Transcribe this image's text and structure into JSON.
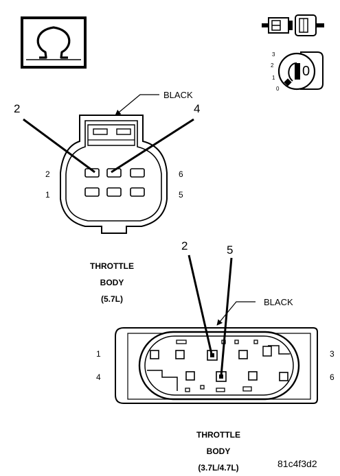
{
  "icons": {
    "ohmmeter": "ohm-icon",
    "disconnect": "connector-disconnect-icon",
    "ignition": "ignition-key-icon",
    "ignition_positions": [
      "3",
      "2",
      "1",
      "0"
    ],
    "ignition_key_position": "0"
  },
  "connector_5_7": {
    "wire_color_label": "BLACK",
    "callout_left": "2",
    "callout_right": "4",
    "cavity_labels": {
      "top_left": "2",
      "top_right": "6",
      "bottom_left": "1",
      "bottom_right": "5"
    },
    "caption_lines": [
      "THROTTLE",
      "BODY",
      "(5.7L)"
    ]
  },
  "connector_3_7_4_7": {
    "wire_color_label": "BLACK",
    "callout_left": "2",
    "callout_right": "5",
    "cavity_labels": {
      "top_left": "1",
      "top_right": "3",
      "bottom_left": "4",
      "bottom_right": "6"
    },
    "caption_lines": [
      "THROTTLE",
      "BODY",
      "(3.7L/4.7L)"
    ]
  },
  "image_id": "81c4f3d2"
}
